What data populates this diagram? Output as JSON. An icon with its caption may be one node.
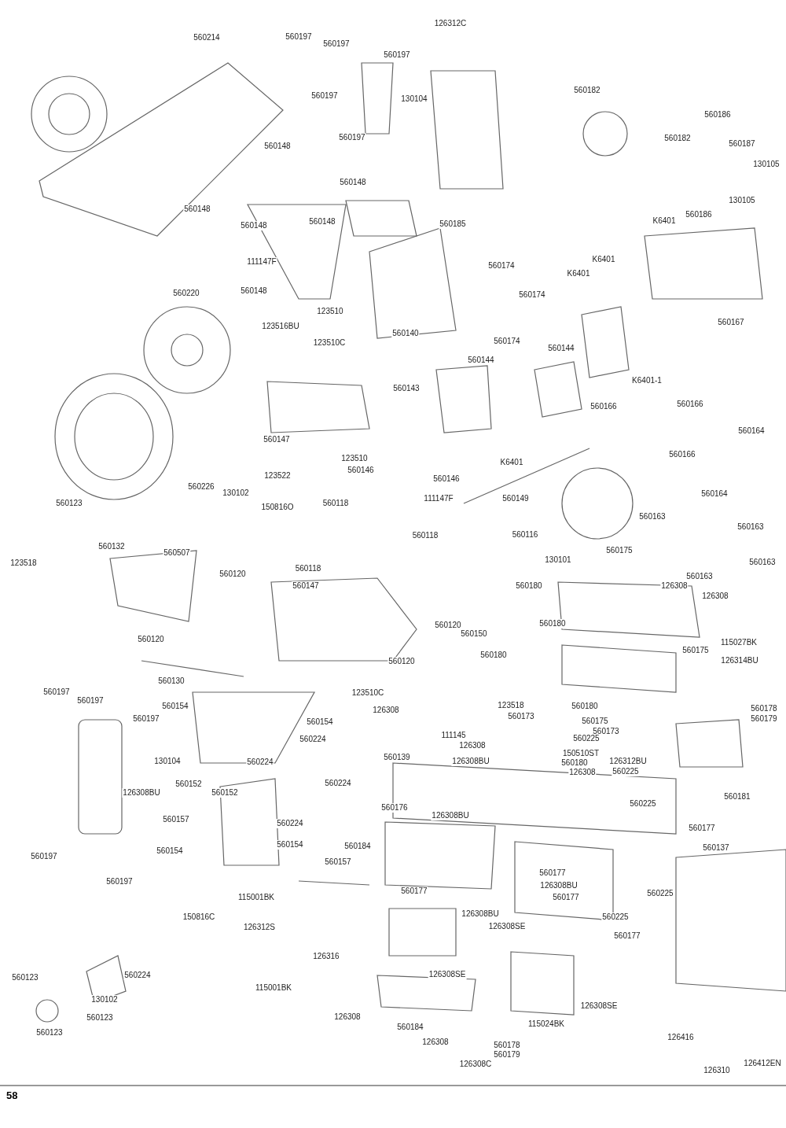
{
  "diagram": {
    "labels": [
      "560214",
      "560197",
      "560197",
      "560197",
      "126312C",
      "560197",
      "130104",
      "560197",
      "560182",
      "560186",
      "560148",
      "560182",
      "560187",
      "130105",
      "560148",
      "130105",
      "560148",
      "560148",
      "560185",
      "560186",
      "K6401",
      "560148",
      "111147F",
      "K6401",
      "560174",
      "K6401",
      "560148",
      "560220",
      "123510",
      "560174",
      "560167",
      "123516BU",
      "123510C",
      "560140",
      "560174",
      "560144",
      "560144",
      "560143",
      "K6401-1",
      "560166",
      "560166",
      "560147",
      "560164",
      "560166",
      "123510",
      "123522",
      "560146",
      "560146",
      "K6401",
      "111147F",
      "560123",
      "560149",
      "560226",
      "130102",
      "150816O",
      "560118",
      "560164",
      "560163",
      "560163",
      "560116",
      "560118",
      "560132",
      "560507",
      "560175",
      "123518",
      "130101",
      "560163",
      "560120",
      "560118",
      "126308",
      "560163",
      "560147",
      "126308",
      "560180",
      "560180",
      "560120",
      "560150",
      "560120",
      "560175",
      "115027BK",
      "126314BU",
      "560180",
      "560120",
      "560130",
      "123510C",
      "123518",
      "560178",
      "560179",
      "560197",
      "560197",
      "560154",
      "126308",
      "560173",
      "560180",
      "560175",
      "560197",
      "560154",
      "111145",
      "560173",
      "560224",
      "560225",
      "130104",
      "560224",
      "126308",
      "150510ST",
      "126312BU",
      "560139",
      "126308BU",
      "560180",
      "126308",
      "560225",
      "560224",
      "560152",
      "560152",
      "560181",
      "126308BU",
      "560225",
      "560157",
      "560224",
      "560176",
      "126308BU",
      "560177",
      "560184",
      "560154",
      "560154",
      "560137",
      "560197",
      "560157",
      "560197",
      "560177",
      "126308BU",
      "560177",
      "560225",
      "115001BK",
      "126308BU",
      "560177",
      "560225",
      "150816C",
      "126308SE",
      "126312S",
      "560177",
      "126316",
      "115001BK",
      "126308SE",
      "560123",
      "560224",
      "126308SE",
      "130102",
      "560123",
      "126308",
      "115024BK",
      "126416",
      "560123",
      "560184",
      "126308",
      "560178",
      "560179",
      "126308C",
      "126310",
      "126412EN",
      "58"
    ]
  }
}
